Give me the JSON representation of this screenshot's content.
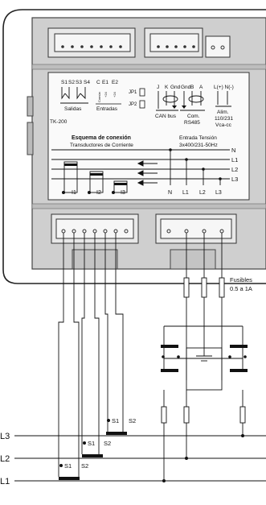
{
  "device": {
    "model": "TK-200",
    "outputs": {
      "terminals": [
        "S1",
        "S2",
        "S3",
        "S4"
      ],
      "label": "Salidas"
    },
    "inputs": {
      "terminals": [
        "C",
        "E1",
        "E2"
      ],
      "sub_labels": [
        "Común",
        "+24",
        "+24"
      ],
      "label": "Entradas"
    },
    "jumpers": [
      "JP1",
      "JP2"
    ],
    "can": {
      "terminals": [
        "J",
        "K",
        "Gnd"
      ],
      "label": "CAN bus"
    },
    "rs485": {
      "terminals": [
        "Gnd",
        "B",
        "A"
      ],
      "label_line1": "Com.",
      "label_line2": "RS485"
    },
    "power": {
      "terminals": "L(+) N(-)",
      "line1": "Alim.",
      "line2": "110/231",
      "line3": "Vca-cc"
    }
  },
  "schematic": {
    "title": "Esquema de conexión",
    "subtitle": "Transductores de Corriente",
    "voltage_title": "Entrada Tensión",
    "voltage_spec": "3x400/231-50Hz",
    "buses": [
      "N",
      "L1",
      "L2",
      "L3"
    ],
    "current_inputs": [
      "I1",
      "I2",
      "I3"
    ],
    "voltage_terminals": [
      "N",
      "L1",
      "L2",
      "L3"
    ]
  },
  "fuses": {
    "line1": "Fusibles",
    "line2": "0.5 a 1A"
  },
  "ct_labels": {
    "s1": "S1",
    "s2": "S2"
  },
  "lines": [
    "L3",
    "L2",
    "L1"
  ]
}
